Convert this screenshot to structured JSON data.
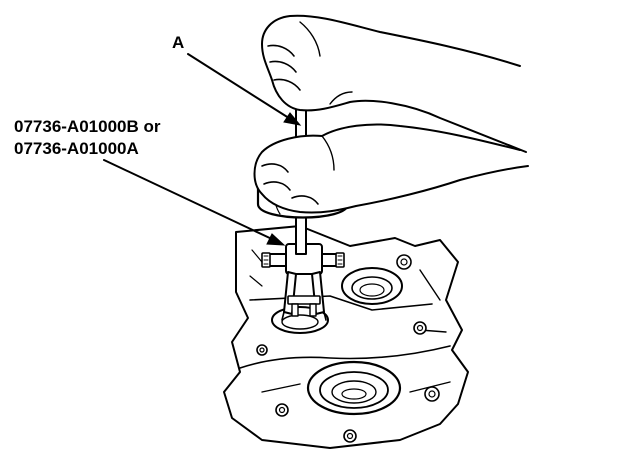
{
  "callouts": {
    "tool_a": "A",
    "puller_line1": "07736-A01000B or",
    "puller_line2": "07736-A01000A"
  },
  "colors": {
    "ink": "#000000",
    "background": "#ffffff"
  }
}
